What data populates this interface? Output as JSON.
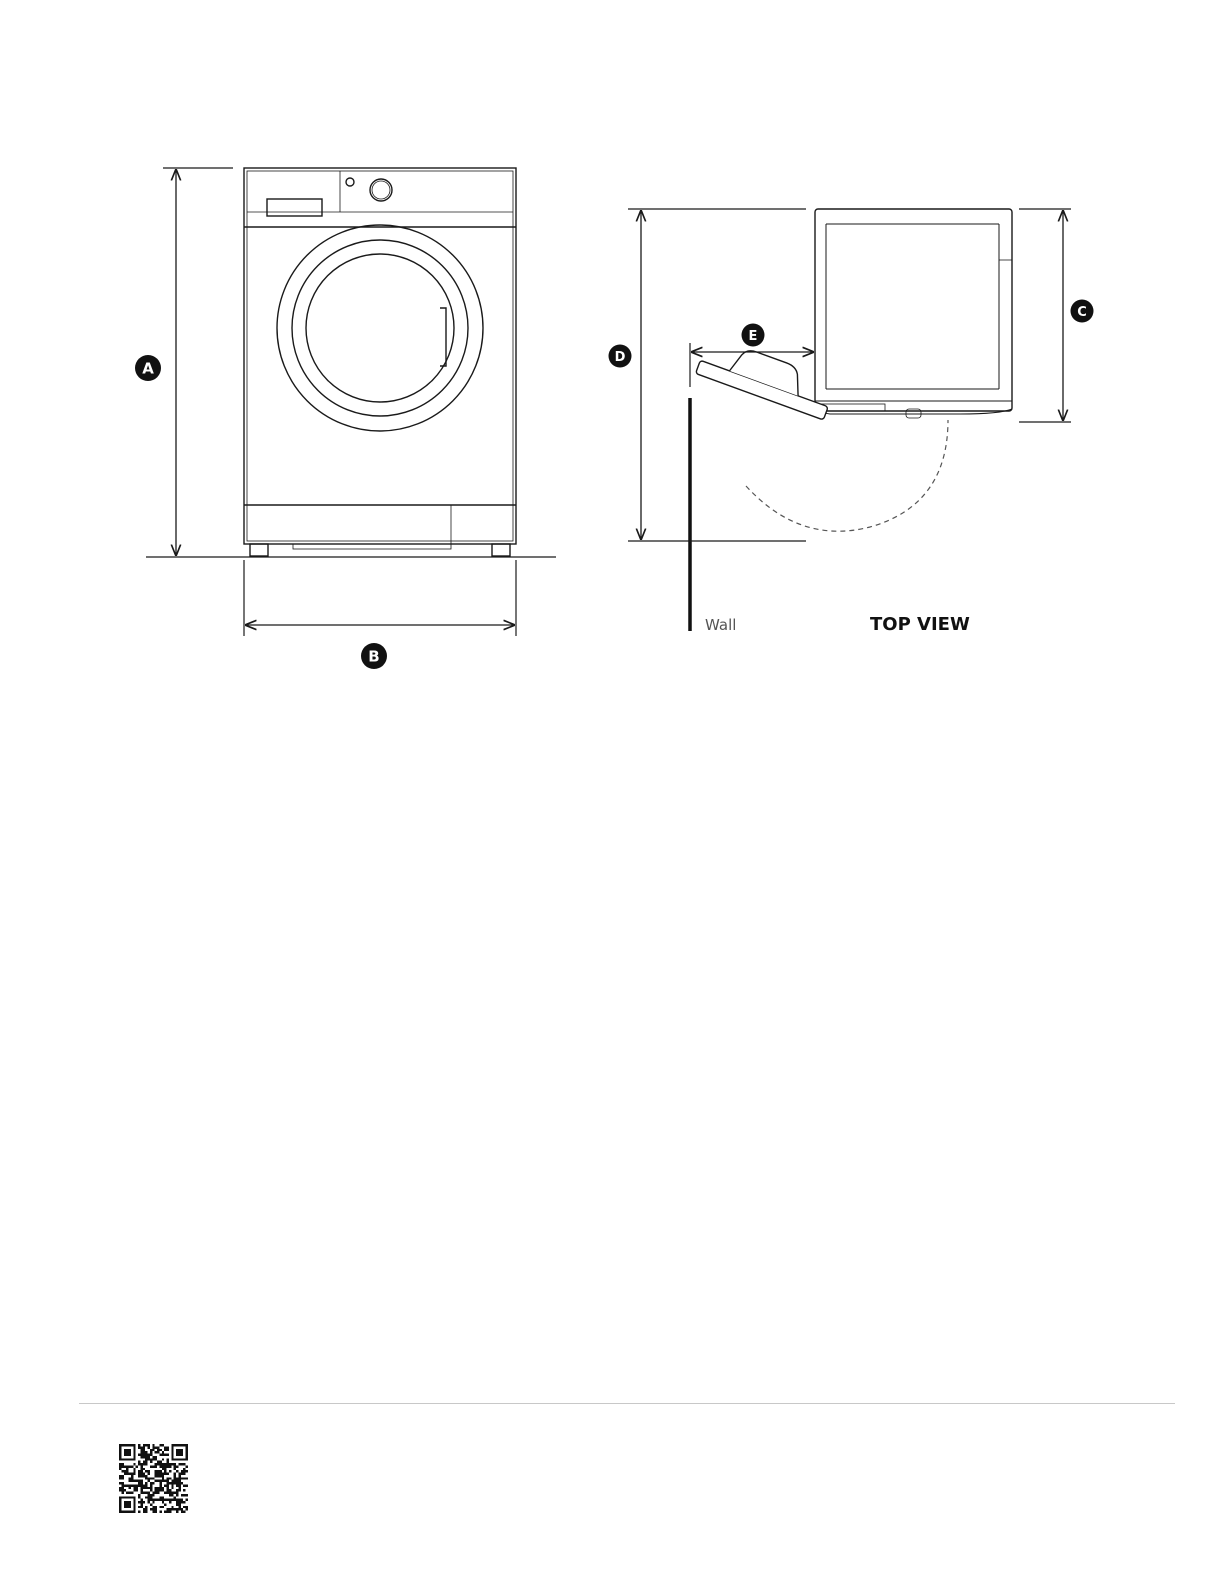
{
  "labels": {
    "a": "A",
    "b": "B",
    "c": "C",
    "d": "D",
    "e": "E",
    "wall": "Wall",
    "top_view": "TOP VIEW"
  },
  "colors": {
    "line": "#1a1a1a",
    "badge": "#111111",
    "badge_text": "#ffffff",
    "door_swing": "#555555",
    "footer_rule": "#c8c8c8",
    "qr": "#111111"
  },
  "icons": {
    "qr": "qr-code-icon"
  }
}
